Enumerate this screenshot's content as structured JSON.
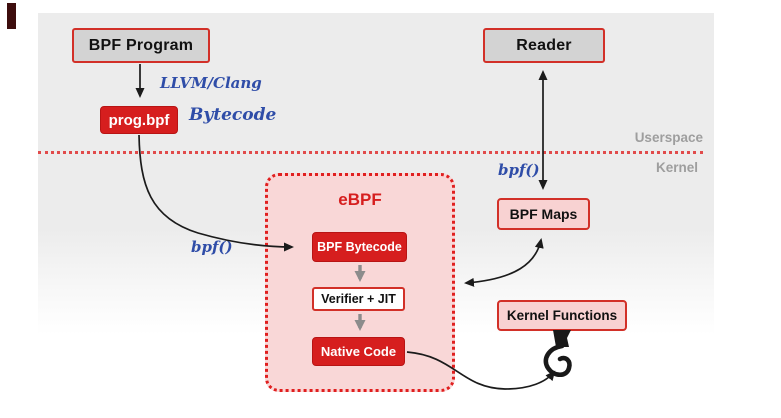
{
  "colors": {
    "red": "#d61e1e",
    "pink": "#f9d7d7",
    "gray-box": "#d3d3d3",
    "border-red": "#d23028",
    "blue": "#2f4da8",
    "muted": "#9e9e9e"
  },
  "userspace": {
    "region_label": "Userspace",
    "bpf_program_label": "BPF Program",
    "compile_note": "LLVM/Clang",
    "prog_file_label": "prog.bpf",
    "bytecode_note": "Bytecode",
    "reader_label": "Reader"
  },
  "kernel": {
    "region_label": "Kernel",
    "syscall_left": "bpf()",
    "syscall_right": "bpf()",
    "ebpf_group": {
      "title": "eBPF",
      "bytecode_label": "BPF Bytecode",
      "verifier_label": "Verifier + JIT",
      "native_label": "Native Code"
    },
    "maps_label": "BPF Maps",
    "functions_label": "Kernel Functions"
  }
}
